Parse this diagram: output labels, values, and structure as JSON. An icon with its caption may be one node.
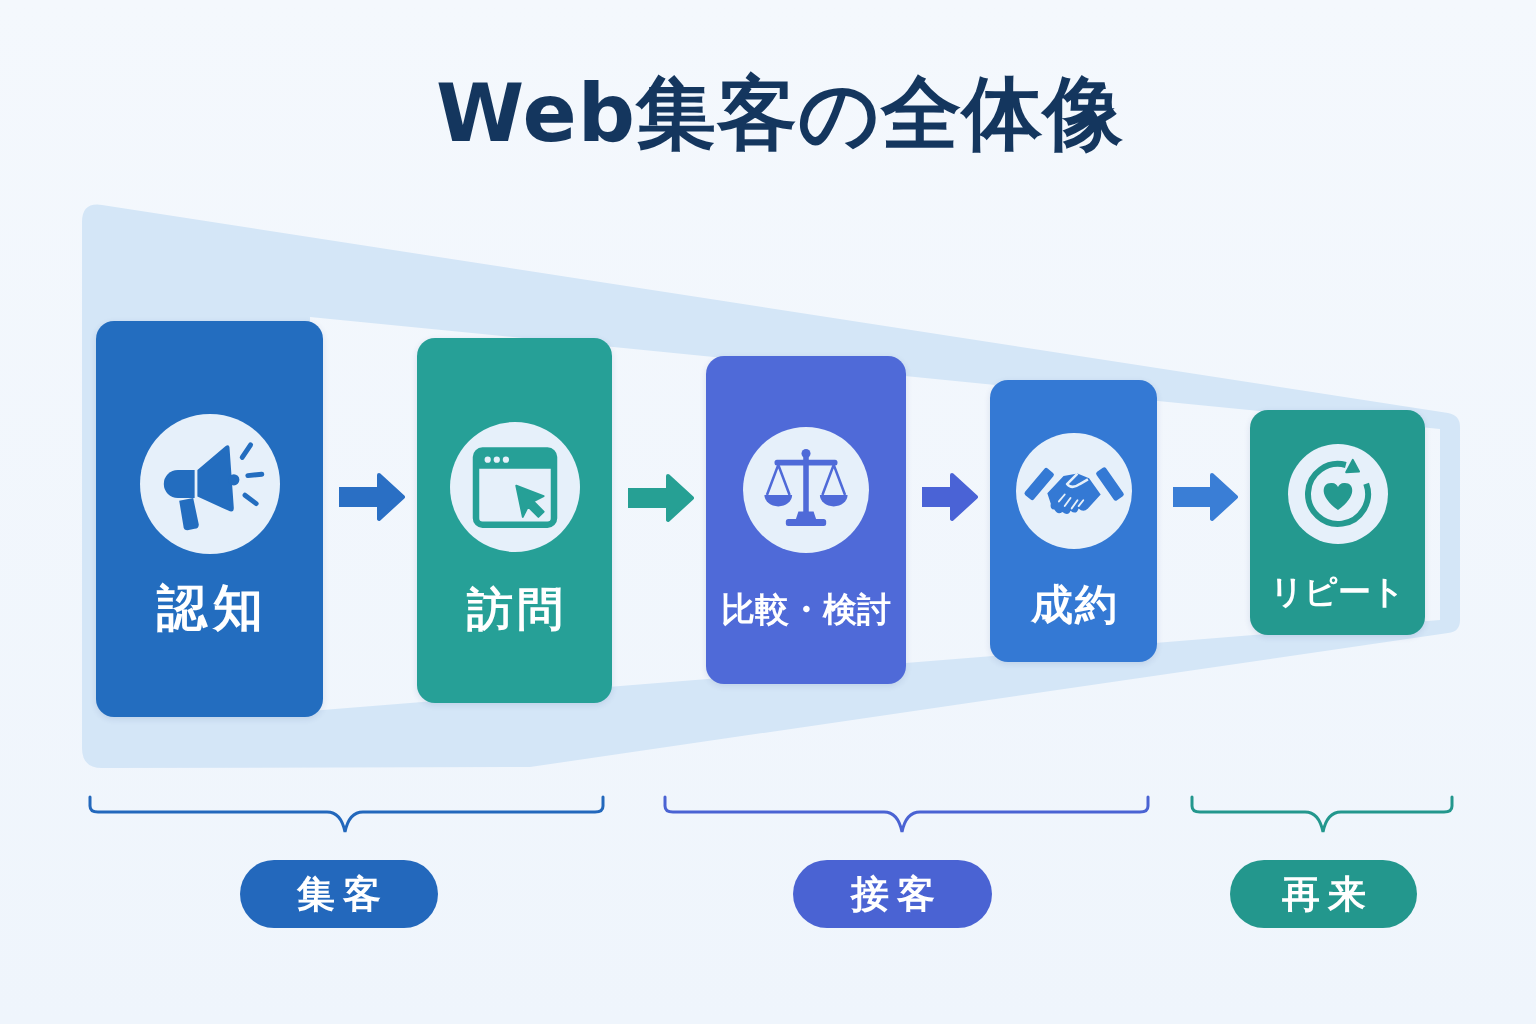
{
  "diagram": {
    "title": "Web集客の全体像",
    "nodes": [
      {
        "text": [
          "認知"
        ]
      },
      {
        "text": [
          "訪問"
        ]
      },
      {
        "text": [
          "比較・検討"
        ]
      },
      {
        "text": [
          "成約"
        ]
      },
      {
        "text": [
          "リピート"
        ]
      },
      {
        "text": [
          "集客"
        ]
      },
      {
        "text": [
          "接客"
        ]
      },
      {
        "text": [
          "再来"
        ]
      }
    ],
    "edges": [
      {
        "from": 0,
        "to": 1,
        "arrow": "to",
        "color": "#2a6fc4"
      },
      {
        "from": 1,
        "to": 2,
        "arrow": "to",
        "color": "#26a094"
      },
      {
        "from": 2,
        "to": 3,
        "arrow": "to",
        "color": "#4a63d6"
      },
      {
        "from": 3,
        "to": 4,
        "arrow": "to",
        "color": "#3a7ed6"
      }
    ]
  }
}
